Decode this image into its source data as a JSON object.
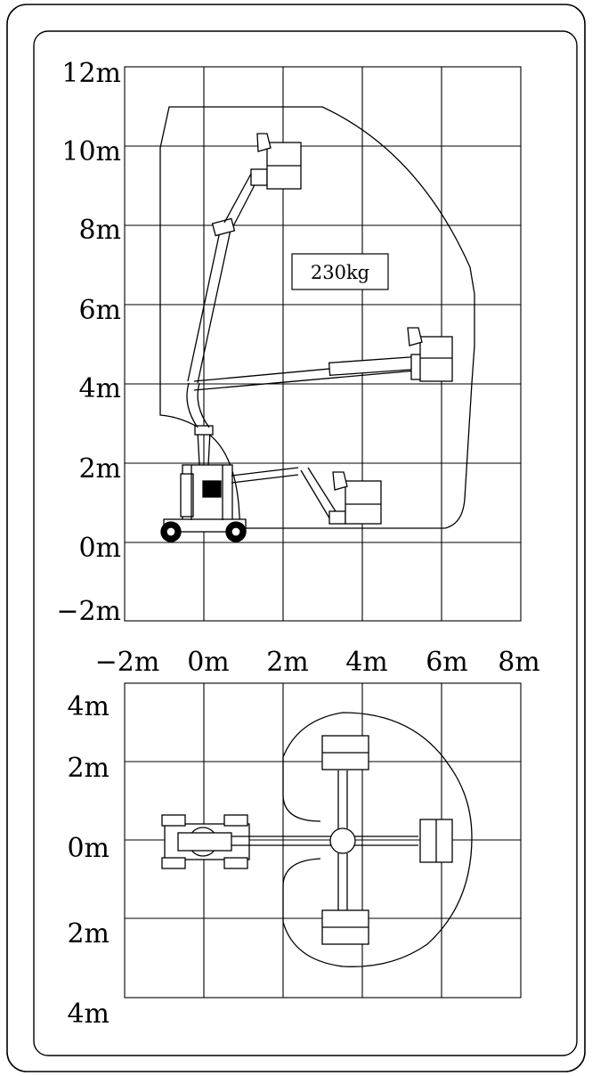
{
  "side_view": {
    "y_axis_labels": [
      "12m",
      "10m",
      "8m",
      "6m",
      "4m",
      "2m",
      "0m",
      "−2m"
    ],
    "load_label": "230kg"
  },
  "x_axis_labels": [
    "−2m",
    "0m",
    "2m",
    "4m",
    "6m",
    "8m"
  ],
  "top_view": {
    "y_axis_labels": [
      "4m",
      "2m",
      "0m",
      "2m",
      "4m"
    ]
  },
  "colors": {
    "line": "#000000",
    "background": "#ffffff"
  }
}
